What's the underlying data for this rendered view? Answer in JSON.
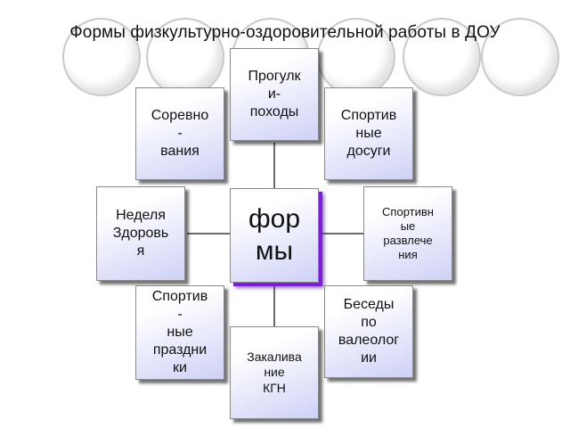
{
  "title": "Формы физкультурно-оздоровительной работы в ДОУ",
  "center": "фор\nмы",
  "nodes": {
    "walks": "Прогулк\nи-\nпоходы",
    "competitions": "Соревно\n-\nвания",
    "sports_leisure": "Спортив\nные\nдосуги",
    "health_week": "Неделя\nЗдоровь\nя",
    "sports_entertainment": "Спортивн\nые\nразвлече\nния",
    "sports_holidays": "Спортив\n-\nные\nпраздни\nки",
    "hardening": "Закалива\nние\nКГН",
    "valeology_talks": "Беседы\nпо\nвалеолог\nии"
  }
}
